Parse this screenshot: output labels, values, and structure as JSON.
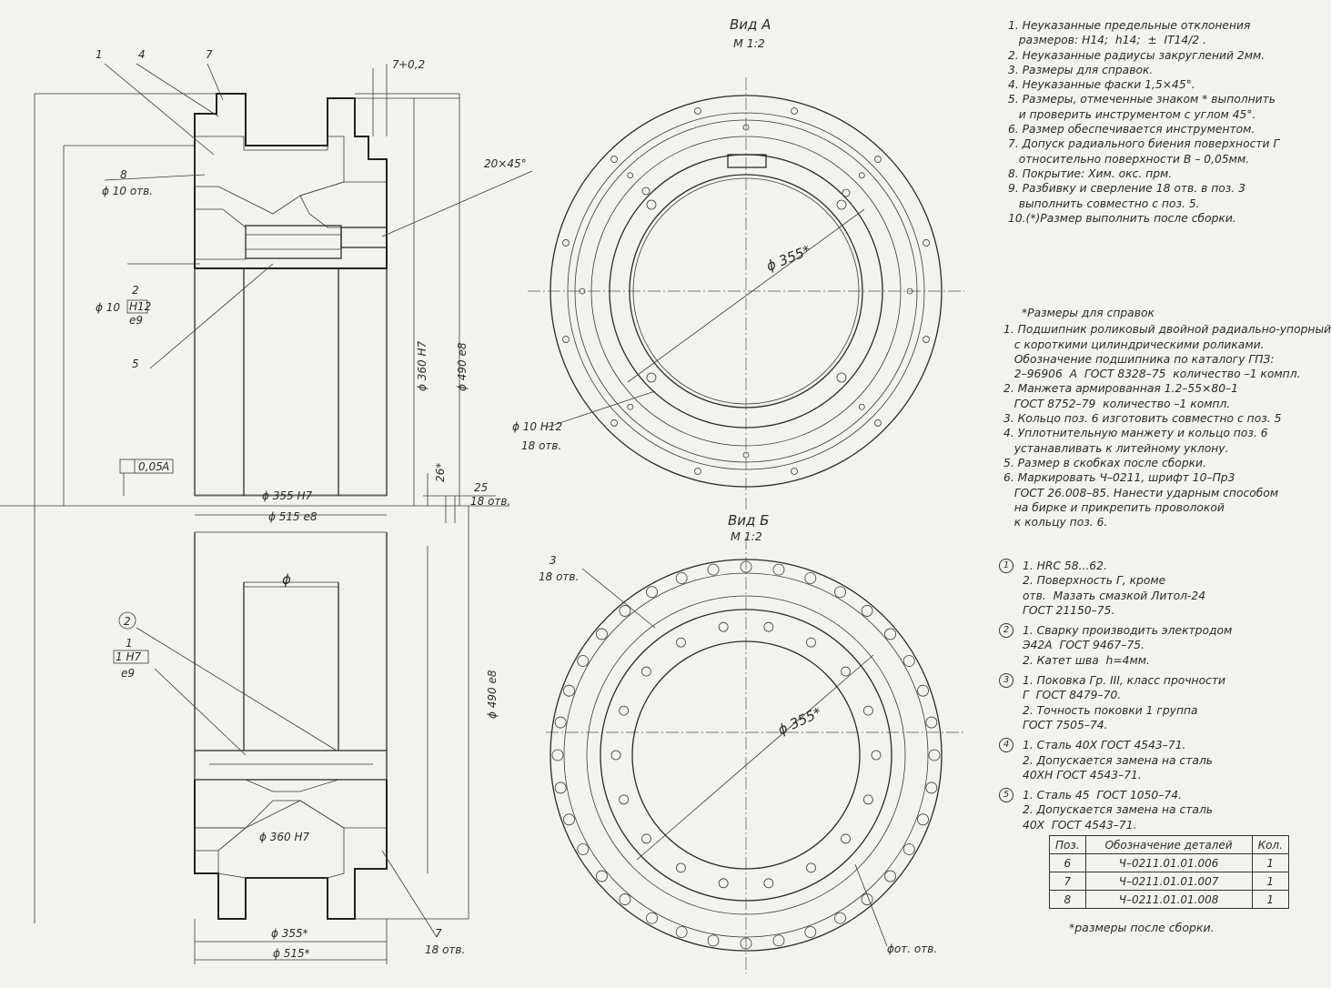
{
  "views": {
    "view_a": {
      "title": "Вид А",
      "scale": "М 1:2",
      "diameter": "ϕ 355*",
      "holes_label": "ϕ 10 H12",
      "holes_count": "18 отв."
    },
    "view_b": {
      "title": "Вид Б",
      "scale": "М 1:2",
      "diameter": "ϕ 355*",
      "pos3_label": "3",
      "pos3_count": "18 отв.",
      "bottom_label": "ϕот. отв."
    }
  },
  "section": {
    "callouts": [
      "1",
      "4",
      "7",
      "8",
      "2",
      "5"
    ],
    "pos8_text": "ϕ 10 отв.",
    "tol_1": "+0,2",
    "tol_7": "7",
    "chamfer": "20×45°",
    "fit_left_a": "ϕ 10",
    "fit_left_b": "H12",
    "fit_left_c": "е9",
    "d360": "ϕ 360 Н7",
    "d490": "ϕ 490 е8",
    "d355": "ϕ 355 Н7",
    "d515": "ϕ 515 е8",
    "runout_val": "0,05",
    "runout_base": "А",
    "d25": "25",
    "d26": "26*",
    "d18": "18 отв.",
    "lower_phi": "ϕ",
    "lower_1": "1",
    "lower_h7": "1 Н7",
    "lower_e9": "е9",
    "circle2": "2",
    "lower_d490": "ϕ 490 е8",
    "lower_d360": "ϕ 360 Н7",
    "lower_d355": "ϕ 355*",
    "lower_d515": "ϕ 515*",
    "lower_7": "7",
    "lower_7b": "18 отв."
  },
  "notes": [
    "1. Неуказанные предельные отклонения",
    "   размеров: Н14;  h14;  ±  IT14/2 .",
    "2. Неуказанные радиусы закруглений 2мм.",
    "3. Размеры для справок.",
    "4. Неуказанные фаски 1,5×45°.",
    "5. Размеры, отмеченные знаком * выполнить",
    "   и проверить инструментом с углом 45°.",
    "6. Размер обеспечивается инструментом.",
    "7. Допуск радиального биения поверхности Г",
    "   относительно поверхности В – 0,05мм.",
    "8. Покрытие: Хим. окс. прм.",
    "9. Разбивку и сверление 18 отв. в поз. 3",
    "   выполнить совместно с поз. 5.",
    "10.(*)Размер выполнить после сборки."
  ],
  "ref_notes_title": "*Размеры для справок",
  "ref_notes": [
    "1. Подшипник роликовый двойной радиально-упорный",
    "   с короткими цилиндрическими роликами.",
    "   Обозначение подшипника по каталогу ГПЗ:",
    "   2–96906  А  ГОСТ 8328–75  количество –1 компл.",
    "2. Манжета армированная 1.2–55×80–1",
    "   ГОСТ 8752–79  количество –1 компл.",
    "3. Кольцо поз. 6 изготовить совместно с поз. 5",
    "4. Уплотнительную манжету и кольцо поз. 6",
    "   устанавливать к литейному уклону.",
    "5. Размер в скобках после сборки.",
    "6. Маркировать Ч–0211, шрифт 10–Пр3",
    "   ГОСТ 26.008–85. Нанести ударным способом",
    "   на бирке и прикрепить проволокой",
    "   к кольцу поз. 6."
  ],
  "part_notes": [
    {
      "pos": "1",
      "lines": [
        "1. HRC 58...62.",
        "2. Поверхность Г, кроме",
        "отв.  Мазать смазкой Литол-24",
        "ГОСТ 21150–75."
      ]
    },
    {
      "pos": "2",
      "lines": [
        "1. Сварку производить электродом",
        "Э42А  ГОСТ 9467–75.",
        "2. Катет шва  h=4мм."
      ]
    },
    {
      "pos": "3",
      "lines": [
        "1. Поковка Гр. III, класс прочности",
        "Г  ГОСТ 8479–70.",
        "2. Точность поковки 1 группа",
        "ГОСТ 7505–74."
      ]
    },
    {
      "pos": "4",
      "lines": [
        "1. Сталь 40Х ГОСТ 4543–71.",
        "2. Допускается замена на сталь",
        "40ХН ГОСТ 4543–71."
      ]
    },
    {
      "pos": "5",
      "lines": [
        "1. Сталь 45  ГОСТ 1050–74.",
        "2. Допускается замена на сталь",
        "40Х  ГОСТ 4543–71."
      ]
    }
  ],
  "table": {
    "headers": [
      "Поз.",
      "Обозначение деталей",
      "Кол."
    ],
    "rows": [
      [
        "6",
        "Ч–0211.01.01.006",
        "1"
      ],
      [
        "7",
        "Ч–0211.01.01.007",
        "1"
      ],
      [
        "8",
        "Ч–0211.01.01.008",
        "1"
      ]
    ]
  },
  "footnote": "*размеры после сборки."
}
